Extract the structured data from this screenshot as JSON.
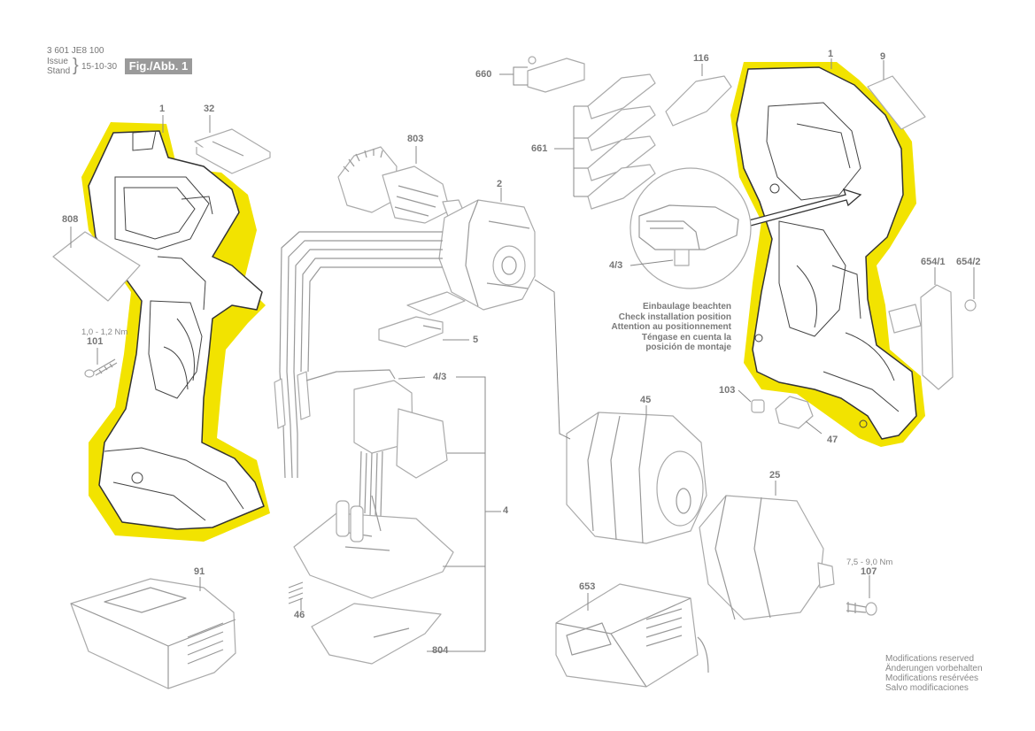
{
  "header": {
    "doc_number": "3 601 JE8 100",
    "issue_label": "Issue",
    "stand_label": "Stand",
    "date": "15-10-30",
    "figure": "Fig./Abb. 1"
  },
  "parts": {
    "p1_left": "1",
    "p32": "32",
    "p808": "808",
    "p101": "101",
    "p91": "91",
    "p803": "803",
    "p2": "2",
    "p5": "5",
    "p4_3_top": "4/3",
    "p4": "4",
    "p46": "46",
    "p804": "804",
    "p660": "660",
    "p116": "116",
    "p661": "661",
    "p4_3_detail": "4/3",
    "p1_right": "1",
    "p9": "9",
    "p654_1": "654/1",
    "p654_2": "654/2",
    "p103": "103",
    "p47": "47",
    "p45": "45",
    "p25": "25",
    "p653": "653",
    "p107": "107"
  },
  "torque": {
    "t101": "1,0 - 1,2 Nm",
    "t107": "7,5 - 9,0 Nm"
  },
  "installation_note": [
    "Einbaulage beachten",
    "Check installation position",
    "Attention au positionnement",
    "Téngase en cuenta la",
    "posición de montaje"
  ],
  "modifications": [
    "Modifications reserved",
    "Änderungen vorbehalten",
    "Modifications resérvées",
    "Salvo modificaciones"
  ],
  "colors": {
    "highlight": "#f2e300",
    "linework": "#333333",
    "label": "#777777",
    "figure_box": "#9a9a9a"
  }
}
